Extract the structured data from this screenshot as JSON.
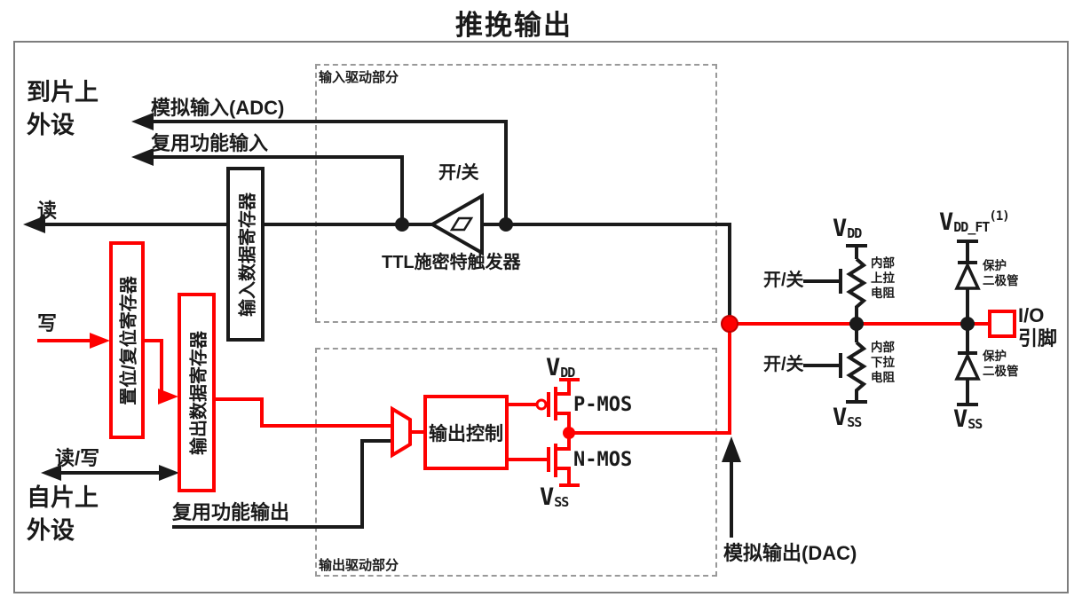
{
  "title": "推挽输出",
  "colors": {
    "red": "#fe0000",
    "black": "#1a1a1a",
    "dash": "#999999",
    "frame": "#7d7d7d"
  },
  "peripheral_labels": {
    "to_onchip_l1": "到片上",
    "to_onchip_l2": "外设",
    "from_onchip_l1": "自片上",
    "from_onchip_l2": "外设"
  },
  "signals": {
    "analog_input": "模拟输入(ADC)",
    "af_input": "复用功能输入",
    "read": "读",
    "write": "写",
    "read_write": "读/写",
    "af_output": "复用功能输出",
    "analog_output": "模拟输出(DAC)"
  },
  "sections": {
    "input_driver": "输入驱动部分",
    "output_driver": "输出驱动部分"
  },
  "registers": {
    "set_reset": "置位/复位寄存器",
    "output_data": "输出数据寄存器",
    "input_data": "输入数据寄存器"
  },
  "schmitt": {
    "label": "TTL施密特触发器",
    "onoff": "开/关"
  },
  "output_stage": {
    "control": "输出控制",
    "pmos": "P-MOS",
    "nmos": "N-MOS"
  },
  "pull": {
    "up_onoff": "开/关",
    "down_onoff": "开/关",
    "up_res": {
      "l1": "内部",
      "l2": "上拉",
      "l3": "电阻"
    },
    "down_res": {
      "l1": "内部",
      "l2": "下拉",
      "l3": "电阻"
    }
  },
  "diodes": {
    "upper": {
      "l1": "保护",
      "l2": "二极管"
    },
    "lower": {
      "l1": "保护",
      "l2": "二极管"
    }
  },
  "io_pin": {
    "l1": "I/O",
    "l2": "引脚"
  },
  "power": {
    "vdd": {
      "main": "V",
      "sub": "DD"
    },
    "vss": {
      "main": "V",
      "sub": "SS"
    },
    "vddft": {
      "main": "V",
      "sub": "DD_FT",
      "sup": "(1)"
    }
  }
}
